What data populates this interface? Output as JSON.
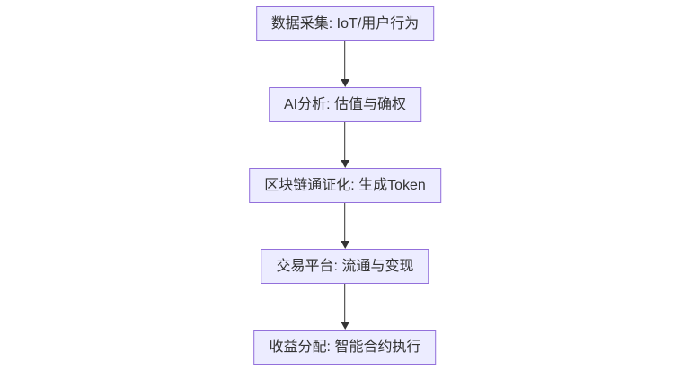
{
  "flowchart": {
    "type": "vertical-flowchart",
    "direction": "top-down",
    "colors": {
      "bg": "#ffffff",
      "node_fill": "#ECECFF",
      "node_border": "#9370DB",
      "text_color": "#333333",
      "arrow_color": "#333333"
    },
    "nodes": [
      {
        "id": "data-collection",
        "label": "数据采集: IoT/用户行为"
      },
      {
        "id": "ai-analysis",
        "label": "AI分析: 估值与确权"
      },
      {
        "id": "tokenization",
        "label": "区块链通证化: 生成Token"
      },
      {
        "id": "trading-platform",
        "label": "交易平台: 流通与变现"
      },
      {
        "id": "revenue-distribution",
        "label": "收益分配: 智能合约执行"
      }
    ],
    "edges": [
      {
        "from": "data-collection",
        "to": "ai-analysis"
      },
      {
        "from": "ai-analysis",
        "to": "tokenization"
      },
      {
        "from": "tokenization",
        "to": "trading-platform"
      },
      {
        "from": "trading-platform",
        "to": "revenue-distribution"
      }
    ]
  }
}
